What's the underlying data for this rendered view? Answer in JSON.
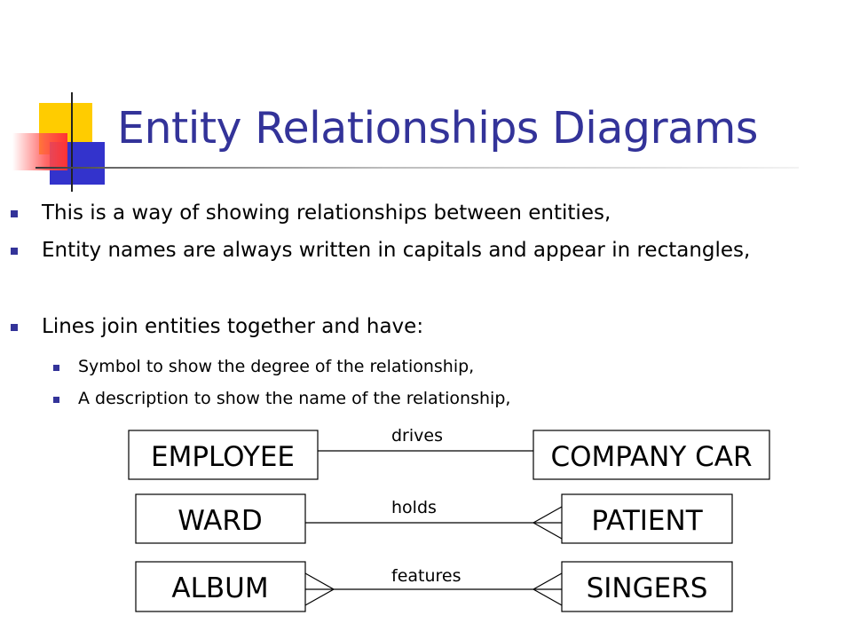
{
  "slide": {
    "title": "Entity Relationships Diagrams",
    "accent_color": "#333399",
    "bullets": [
      {
        "level": 1,
        "text": "This is a way of showing relationships between entities,"
      },
      {
        "level": 1,
        "text": "Entity names are always written in capitals and appear in rectangles,"
      },
      {
        "level": 1,
        "text": "Lines join entities together and have:"
      },
      {
        "level": 2,
        "text": "Symbol to show the degree of the relationship,"
      },
      {
        "level": 2,
        "text": "A description to show the name of the relationship,"
      }
    ]
  },
  "diagram": {
    "relationships": [
      {
        "left": "EMPLOYEE",
        "right": "COMPANY CAR",
        "label": "drives",
        "left_end": "one",
        "right_end": "one"
      },
      {
        "left": "WARD",
        "right": "PATIENT",
        "label": "holds",
        "left_end": "one",
        "right_end": "many"
      },
      {
        "left": "ALBUM",
        "right": "SINGERS",
        "label": "features",
        "left_end": "many",
        "right_end": "many"
      }
    ]
  }
}
